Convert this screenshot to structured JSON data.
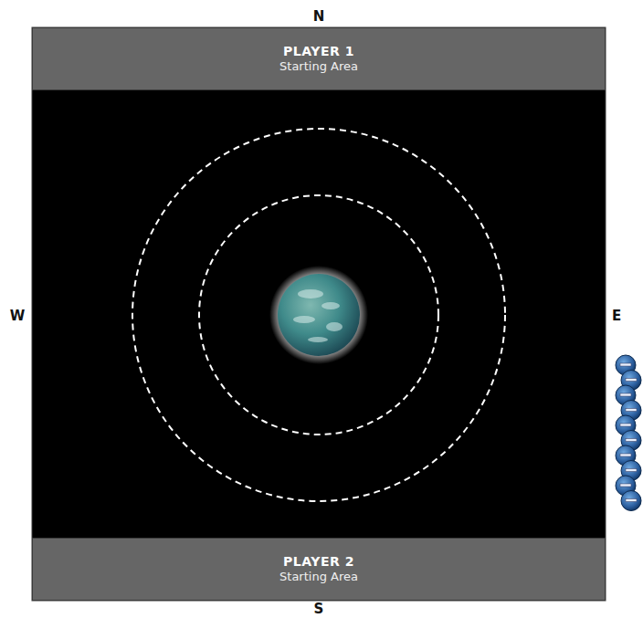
{
  "diagram": {
    "nodes": [
      {
        "text": [
          "PLAYER 1",
          "Starting Area"
        ]
      },
      {
        "text": [
          "PLAYER 2",
          "Starting Area"
        ]
      }
    ],
    "labels": [
      "N",
      "W",
      "E",
      "S"
    ]
  }
}
